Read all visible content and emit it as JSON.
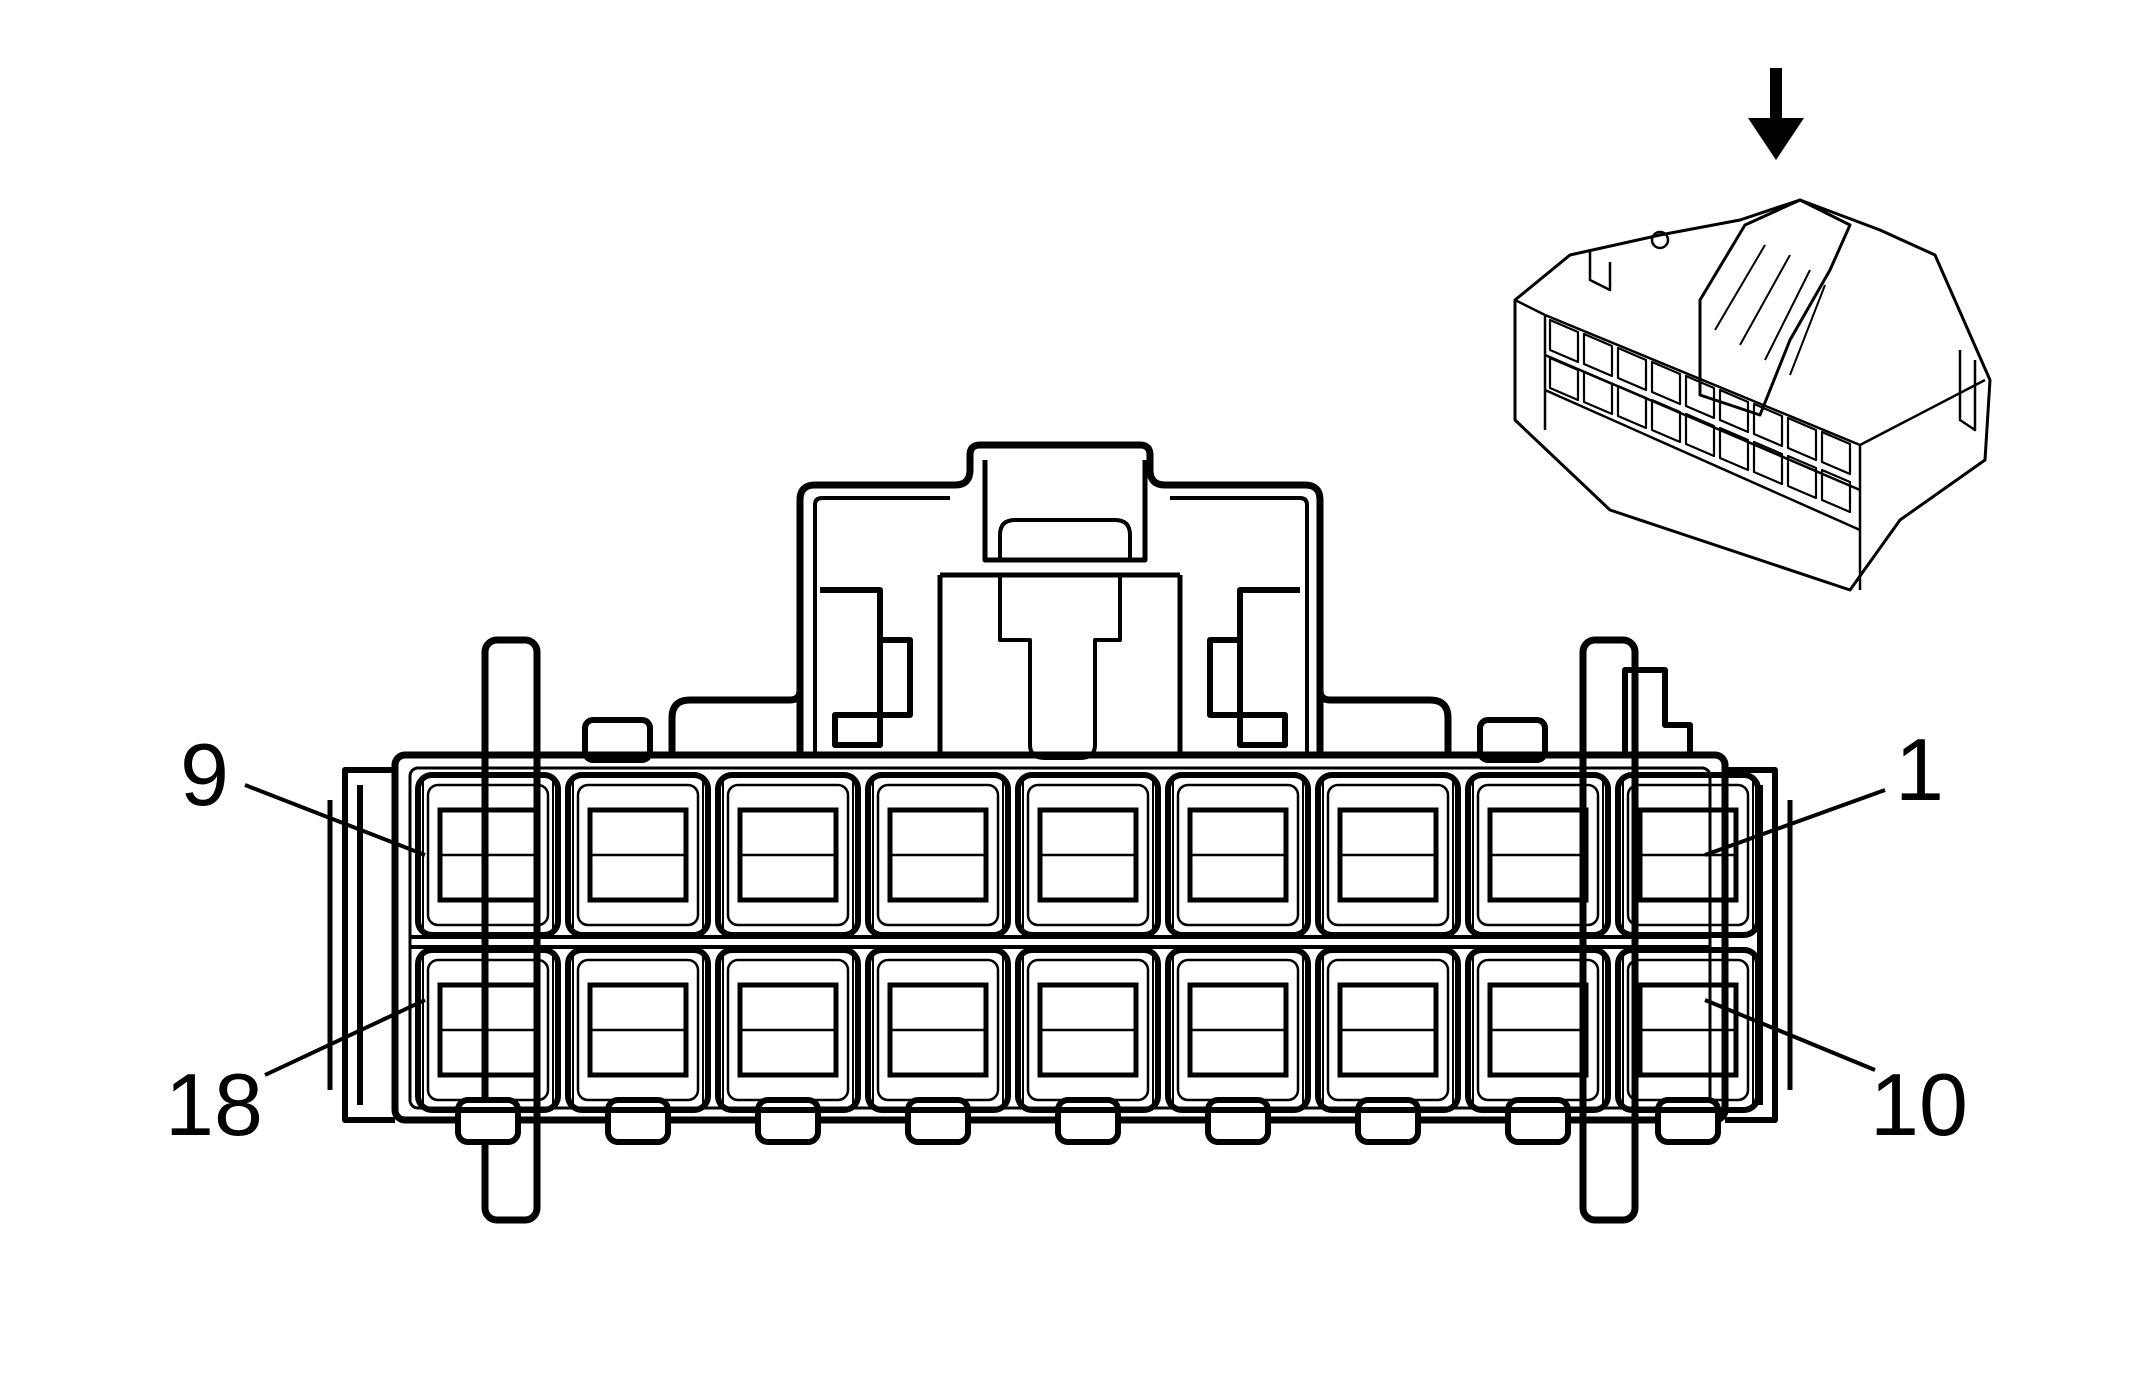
{
  "diagram": {
    "pin_labels": {
      "top_left": "9",
      "top_right": "1",
      "bottom_left": "18",
      "bottom_right": "10"
    },
    "rows": 2,
    "cavities_per_row": 9,
    "colors": {
      "line": "#000000",
      "background": "#ffffff"
    },
    "inset_arrow_icon": "down-arrow-icon"
  }
}
